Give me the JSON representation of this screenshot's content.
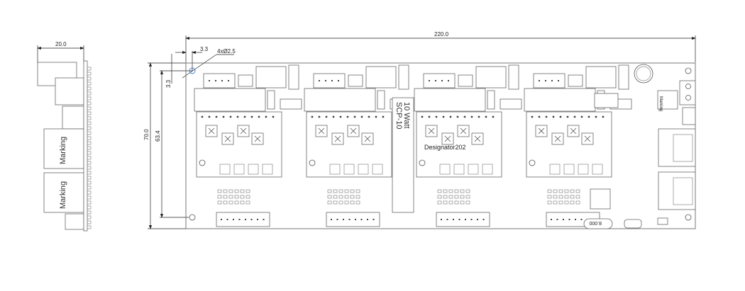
{
  "side_view": {
    "width_dim": "20.0",
    "markings": [
      "Marking",
      "Marking"
    ]
  },
  "top_view": {
    "length_dim": "220.0",
    "height_dim": "70.0",
    "hole_span_dim": "63.4",
    "hole_offset_x": "3.3",
    "hole_offset_y": "3.3",
    "hole_callout": "4xØ2.5",
    "module_label_1": "SCP-10",
    "module_label_2": "10 Watt",
    "designator": "Designator202",
    "inductor_marking": "Marking",
    "crystal_label": "8.000"
  }
}
